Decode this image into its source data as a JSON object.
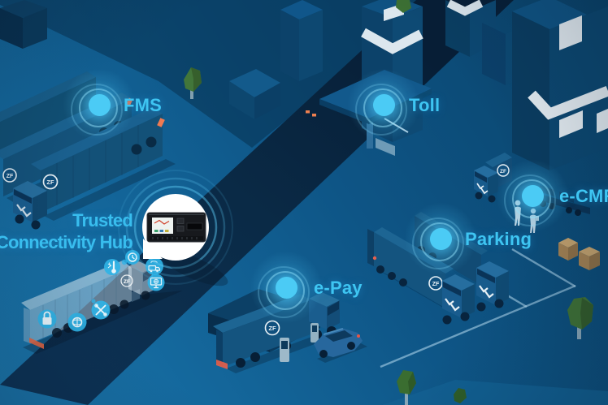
{
  "hub": {
    "label_line1": "Trusted",
    "label_line2": "Connectivity Hub",
    "device": "tachograph-connectivity-unit"
  },
  "hotspots": {
    "fms": "FMS",
    "toll": "Toll",
    "ecmr": "e-CMR",
    "parking": "Parking",
    "epay": "e-Pay"
  },
  "branding": {
    "logo_text": "ZF"
  },
  "icons": {
    "lock": "lock-icon",
    "network": "network-brain-icon",
    "tools": "wrench-tools-icon",
    "thermometer": "thermometer-icon",
    "clock": "clock-icon",
    "telematics": "truck-telematics-icon",
    "monitor": "monitor-network-icon"
  },
  "colors": {
    "accent_text": "#3ec5f2",
    "hotspot_dot": "#4bcbf5",
    "background_deep": "#0a4269",
    "background_light": "#1c77ac",
    "road": "#0a2a45",
    "bubble": "#ffffff"
  }
}
